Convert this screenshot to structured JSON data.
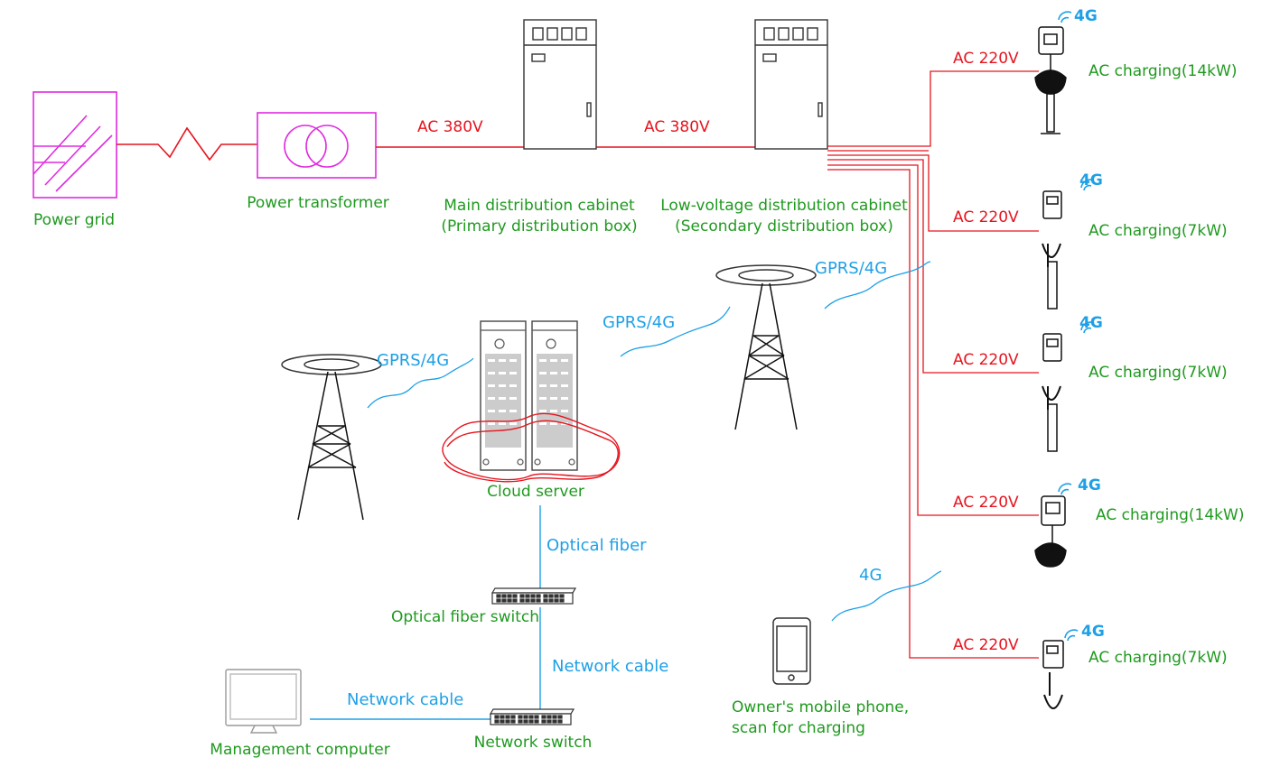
{
  "colors": {
    "power_line": "#e6141e",
    "wireless": "#1ea0e6",
    "label_green": "#1f9a1f",
    "grid_box": "#e02be0",
    "equipment": "#333333"
  },
  "nodes": {
    "power_grid": "Power grid",
    "power_transformer": "Power transformer",
    "main_cabinet_line1": "Main distribution cabinet",
    "main_cabinet_line2": "(Primary distribution box)",
    "lv_cabinet_line1": "Low-voltage distribution cabinet",
    "lv_cabinet_line2": "(Secondary distribution box)",
    "cloud_server": "Cloud server",
    "optical_fiber_switch": "Optical fiber switch",
    "network_switch": "Network switch",
    "management_computer": "Management computer",
    "phone_line1": "Owner's mobile phone,",
    "phone_line2": "scan for charging"
  },
  "links": {
    "ac380_grid": "AC 380V",
    "ac380_cabinet": "AC 380V",
    "gprs_left": "GPRS/4G",
    "gprs_mid": "GPRS/4G",
    "gprs_right": "GPRS/4G",
    "phone_4g": "4G",
    "optical_fiber": "Optical fiber",
    "network_cable_vertical": "Network cable",
    "network_cable_horizontal": "Network cable"
  },
  "chargers": [
    {
      "voltage": "AC 220V",
      "label": "AC charging(14kW)",
      "signal": "4G"
    },
    {
      "voltage": "AC 220V",
      "label": "AC charging(7kW)",
      "signal": "4G"
    },
    {
      "voltage": "AC 220V",
      "label": "AC charging(7kW)",
      "signal": "4G"
    },
    {
      "voltage": "AC 220V",
      "label": "AC charging(14kW)",
      "signal": "4G"
    },
    {
      "voltage": "AC 220V",
      "label": "AC charging(7kW)",
      "signal": "4G"
    }
  ]
}
